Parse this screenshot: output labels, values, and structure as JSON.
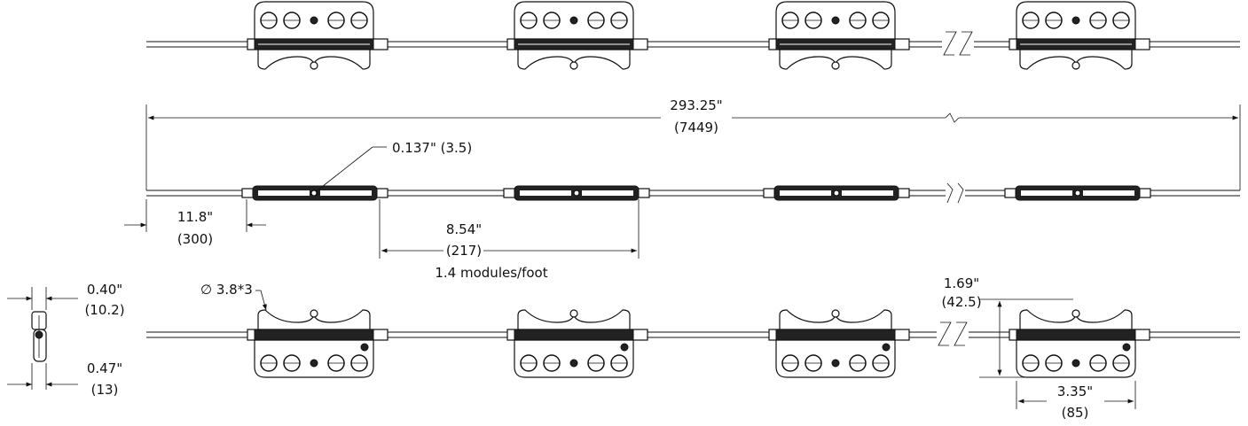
{
  "dimensions": {
    "total_length": "293.25\"",
    "total_length_mm": "(7449)",
    "wire_diameter": "0.137\" (3.5)",
    "lead_length": "11.8\"",
    "lead_length_mm": "(300)",
    "pitch": "8.54\"",
    "pitch_mm": "(217)",
    "density": "1.4 modules/foot",
    "side_width": "0.40\"",
    "side_width_mm": "(10.2)",
    "side_depth": "0.47\"",
    "side_depth_mm": "(13)",
    "hole_callout": "∅ 3.8*3",
    "module_height": "1.69\"",
    "module_height_mm": "(42.5)",
    "module_width": "3.35\"",
    "module_width_mm": "(85)"
  },
  "views": [
    "top-view",
    "side-view",
    "bottom-view",
    "end-view"
  ],
  "module_count_per_row": 4,
  "line_color": "#111111",
  "background": "#ffffff"
}
